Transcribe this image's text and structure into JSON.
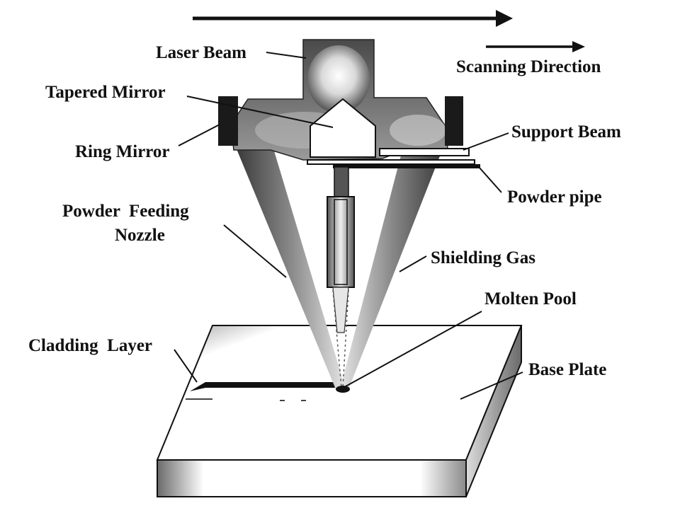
{
  "diagram": {
    "labels": {
      "laser_beam": "Laser Beam",
      "scanning_direction": "Scanning Direction",
      "tapered_mirror": "Tapered Mirror",
      "ring_mirror": "Ring Mirror",
      "support_beam": "Support Beam",
      "powder_pipe": "Powder pipe",
      "powder_feeding_nozzle_line1": "Powder  Feeding",
      "powder_feeding_nozzle_line2": "Nozzle",
      "shielding_gas": "Shielding Gas",
      "molten_pool": "Molten Pool",
      "cladding_layer": "Cladding  Layer",
      "base_plate": "Base Plate"
    },
    "colors": {
      "ink": "#111111",
      "shade_dark": "#3a3a3a",
      "shade_mid": "#7a7a7a",
      "shade_light": "#c8c8c8",
      "paper": "#ffffff"
    }
  }
}
